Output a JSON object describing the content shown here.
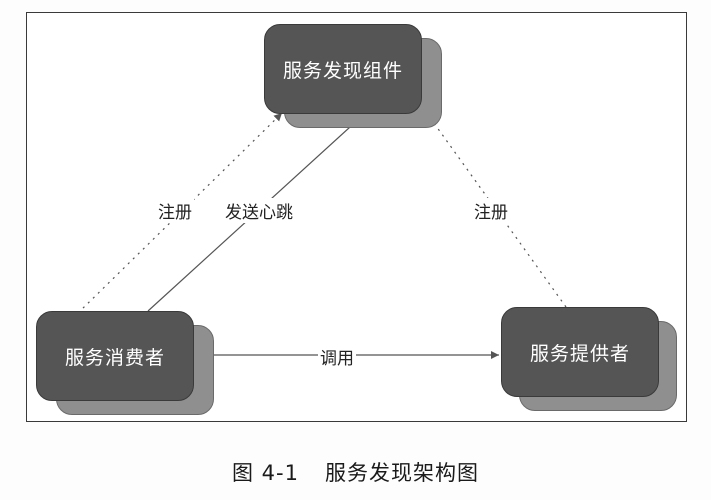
{
  "diagram": {
    "nodes": {
      "discovery": "服务发现组件",
      "consumer": "服务消费者",
      "provider": "服务提供者"
    },
    "edges": {
      "consumer_register": "注册",
      "heartbeat": "发送心跳",
      "provider_register": "注册",
      "invoke": "调用"
    },
    "colors": {
      "node_fill": "#555555",
      "node_shadow": "#8f8f8f",
      "line": "#555555"
    }
  },
  "caption": {
    "figure_number": "图 4-1",
    "title": "服务发现架构图"
  }
}
